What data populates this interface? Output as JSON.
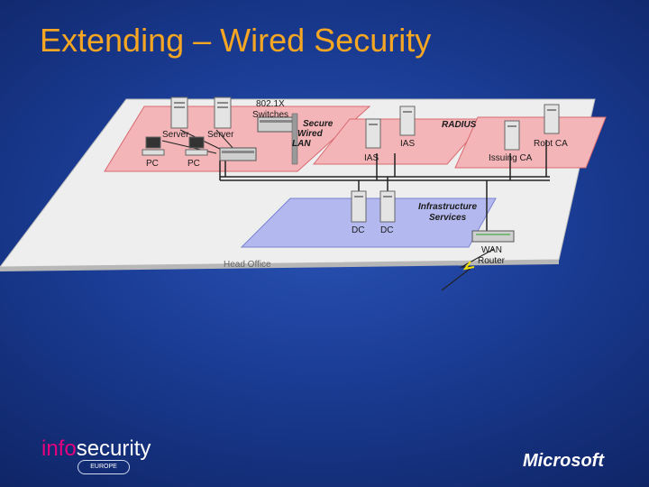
{
  "slide": {
    "title": "Extending – Wired Security"
  },
  "diagram": {
    "labels": {
      "switches": "802.1X Switches",
      "secure_lan": "Secure Wired LAN",
      "server_1": "Server",
      "server_2": "Server",
      "pc_1": "PC",
      "pc_2": "PC",
      "radius": "RADIUS",
      "ias_1": "IAS",
      "ias_2": "IAS",
      "root_ca": "Root CA",
      "issuing_ca": "Issuing CA",
      "infrastructure": "Infrastructure Services",
      "dc_1": "DC",
      "dc_2": "DC",
      "wan_router": "WAN Router",
      "head_office": "Head Office"
    },
    "colors": {
      "floor": "#eeeeee",
      "pink_zone": "#f4b5b8",
      "pink_edge": "#d86a70",
      "blue_zone": "#b3b9ef",
      "title": "#f5a623"
    }
  },
  "footer": {
    "logo_left_a": "info",
    "logo_left_b": "security",
    "logo_left_sub": "EUROPE",
    "logo_right": "Microsoft"
  }
}
